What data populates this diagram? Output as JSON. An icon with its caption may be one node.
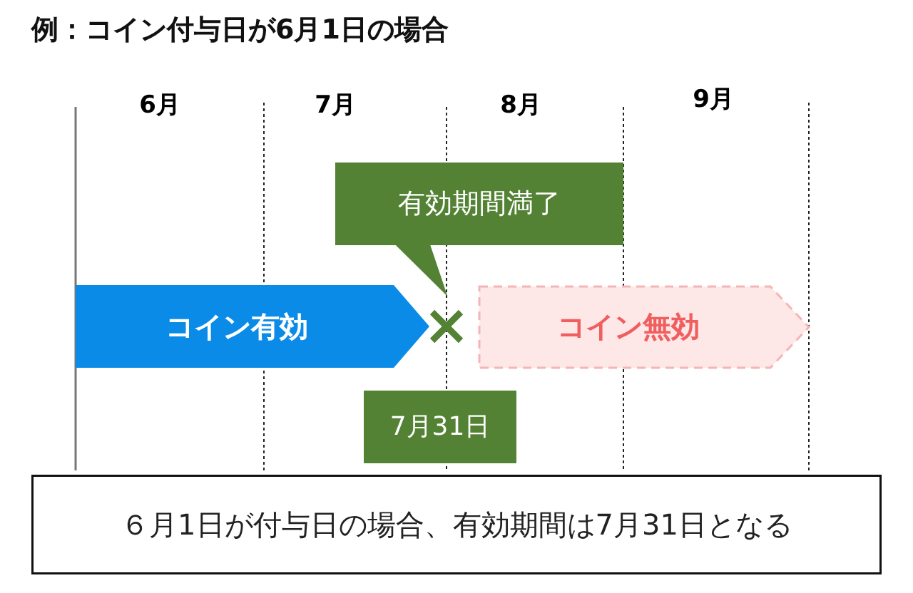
{
  "diagram": {
    "title": "例：コイン付与日が6月1日の場合",
    "nodes": [
      {
        "text": [
          "有効期間満了"
        ]
      },
      {
        "text": [
          "コイン有効"
        ]
      },
      {
        "text": [
          "コイン無効"
        ]
      },
      {
        "text": [
          "7月31日"
        ]
      },
      {
        "text": [
          "６月1日が付与日の場合、有効期間は7月31日となる"
        ]
      }
    ],
    "edges": [],
    "labels": [
      "6月",
      "7月",
      "8月",
      "9月"
    ]
  }
}
